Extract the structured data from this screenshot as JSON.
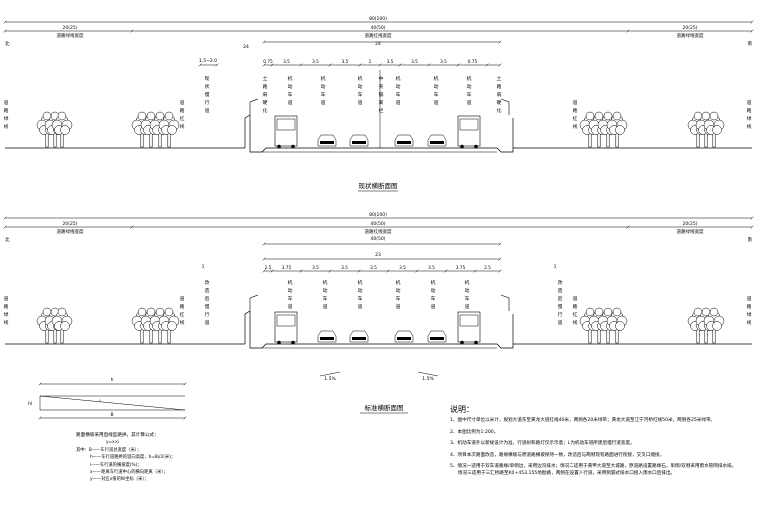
{
  "colors": {
    "line": "#000000",
    "background": "#ffffff"
  },
  "section1": {
    "total": "80(100)",
    "sides_left": "20(25)",
    "sides_right": "20(25)",
    "center": "40(50)",
    "left_green_label": "道路绿线宽度",
    "right_green_label": "道路绿线宽度",
    "red_label": "道路红线宽度",
    "sub_width": "24",
    "bike_dim": "1.5~2.0",
    "lane_dims": [
      "0.75",
      "3.5",
      "3.5",
      "3.5",
      "1",
      "3.5",
      "3.5",
      "3.5",
      "0.75"
    ],
    "north": "北",
    "south": "南",
    "left_green_text": "道路绿线",
    "left_red_text": "道路红线",
    "right_red_text": "道路红线",
    "right_green_text": "道路绿线",
    "lane_texts": [
      "现状慢行道",
      "土路肩硬化",
      "机动车道",
      "机动车道",
      "机动车道",
      "中央隔离栏",
      "机动车道",
      "机动车道",
      "机动车道",
      "土路肩硬化"
    ],
    "title": "现状横断面图"
  },
  "section2": {
    "total": "80(100)",
    "sides_left": "20(25)",
    "sides_right": "20(25)",
    "center": "40(50)",
    "center2": "40(50)",
    "left_green_label": "道路绿线宽度",
    "right_green_label": "道路绿线宽度",
    "red_label": "道路红线宽度",
    "sub_width": "23",
    "left_dim": "1",
    "right_dim": "1",
    "lane_dims": [
      "2.5",
      "3.75",
      "3.5",
      "3.5",
      "3.5",
      "3.5",
      "3.5",
      "3.75",
      "2.5"
    ],
    "north": "北",
    "south": "南",
    "left_green_text": "道路绿线",
    "left_red_text": "道路红线",
    "right_red_text": "道路红线",
    "right_green_text": "道路绿线",
    "lane_texts": [
      "改造后慢行道",
      "机动车道",
      "机动车道",
      "机动车道",
      "机动车道",
      "机动车道",
      "机动车道",
      "改造后慢行道"
    ],
    "slope_left": "1.5%",
    "slope_right": "1.5%",
    "title": "标准横断面图"
  },
  "legend": {
    "h_label": "h",
    "hl_label": "hl",
    "i_label": "i",
    "b_label": "B",
    "caption": "路面横坡采用直线型路拱，其计算公式：",
    "formula": "y=x×i",
    "lines": [
      "其中：B——车行道总宽度（米）；",
      "h——车行道路拱的竖向高度，h=Bi/2(米)；",
      "i——车行道的横坡度(%)；",
      "x——距离车行道中心的横向距离（米）；",
      "y——对应x值的纵坐标（米）；"
    ]
  },
  "notes": {
    "title": "说明：",
    "lines": [
      "1、图中尺寸单位以米计，规划大道东至黄龙大道红线40米，两侧各20米绿带；黄龙大道至江宁河桥红线50米，两侧各25米绿带。",
      "2、本图比例为1:200。",
      "3、机动车道外以新规设计为准，行道树和路灯仅示示意；L为机动车道所建后慢行道宽度。",
      "4、项目本次路面改造，路缘横坡与原道路横坡保持一致，改造后与两侧现有路面进行衔接，交叉口顺接。",
      "5、情况一适用于双车道路缘/单侧边，采用边沟排水；情况二适用于黄甲大道至大城路，原道路设置路缘石，单侧/双侧采用雨水管网排水排。",
      "情况三适用于三汇桥路至K0+453.155地勘路，两侧在设置人行道，采用侧漏式排水口接入雨水口后排出。"
    ]
  }
}
